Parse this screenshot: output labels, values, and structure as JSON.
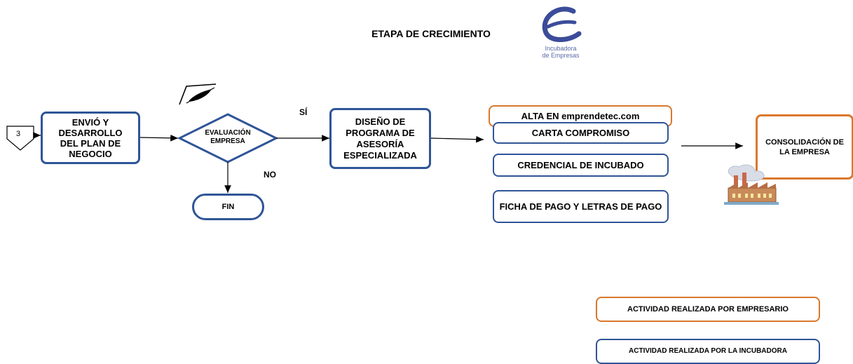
{
  "title": "ETAPA DE CRECIMIENTO",
  "logo": {
    "line1": "Incubadora",
    "line2": "de Empresas"
  },
  "connector_number": "3",
  "nodes": {
    "envio": "ENVIÓ Y DESARROLLO DEL PLAN DE NEGOCIO",
    "evaluacion": "EVALUACIÓN EMPRESA",
    "fin": "FIN",
    "diseno": "DISEÑO DE PROGRAMA DE ASESORÍA ESPECIALIZADA",
    "alta": "ALTA EN emprendetec.com",
    "carta": "CARTA COMPROMISO",
    "credencial": "CREDENCIAL DE INCUBADO",
    "ficha": "FICHA DE PAGO Y LETRAS DE PAGO",
    "consolidacion": "CONSOLIDACIÓN DE LA EMPRESA"
  },
  "edge_labels": {
    "yes": "SÍ",
    "no": "NO"
  },
  "legend": {
    "empresario": "ACTIVIDAD REALIZADA POR EMPRESARIO",
    "incubadora": "ACTIVIDAD REALIZADA POR LA INCUBADORA"
  },
  "colors": {
    "incubadora_border": "#2f5597",
    "empresario_border": "#d9782d"
  },
  "icons": [
    "signature-icon",
    "factory-icon",
    "logo-icon"
  ]
}
